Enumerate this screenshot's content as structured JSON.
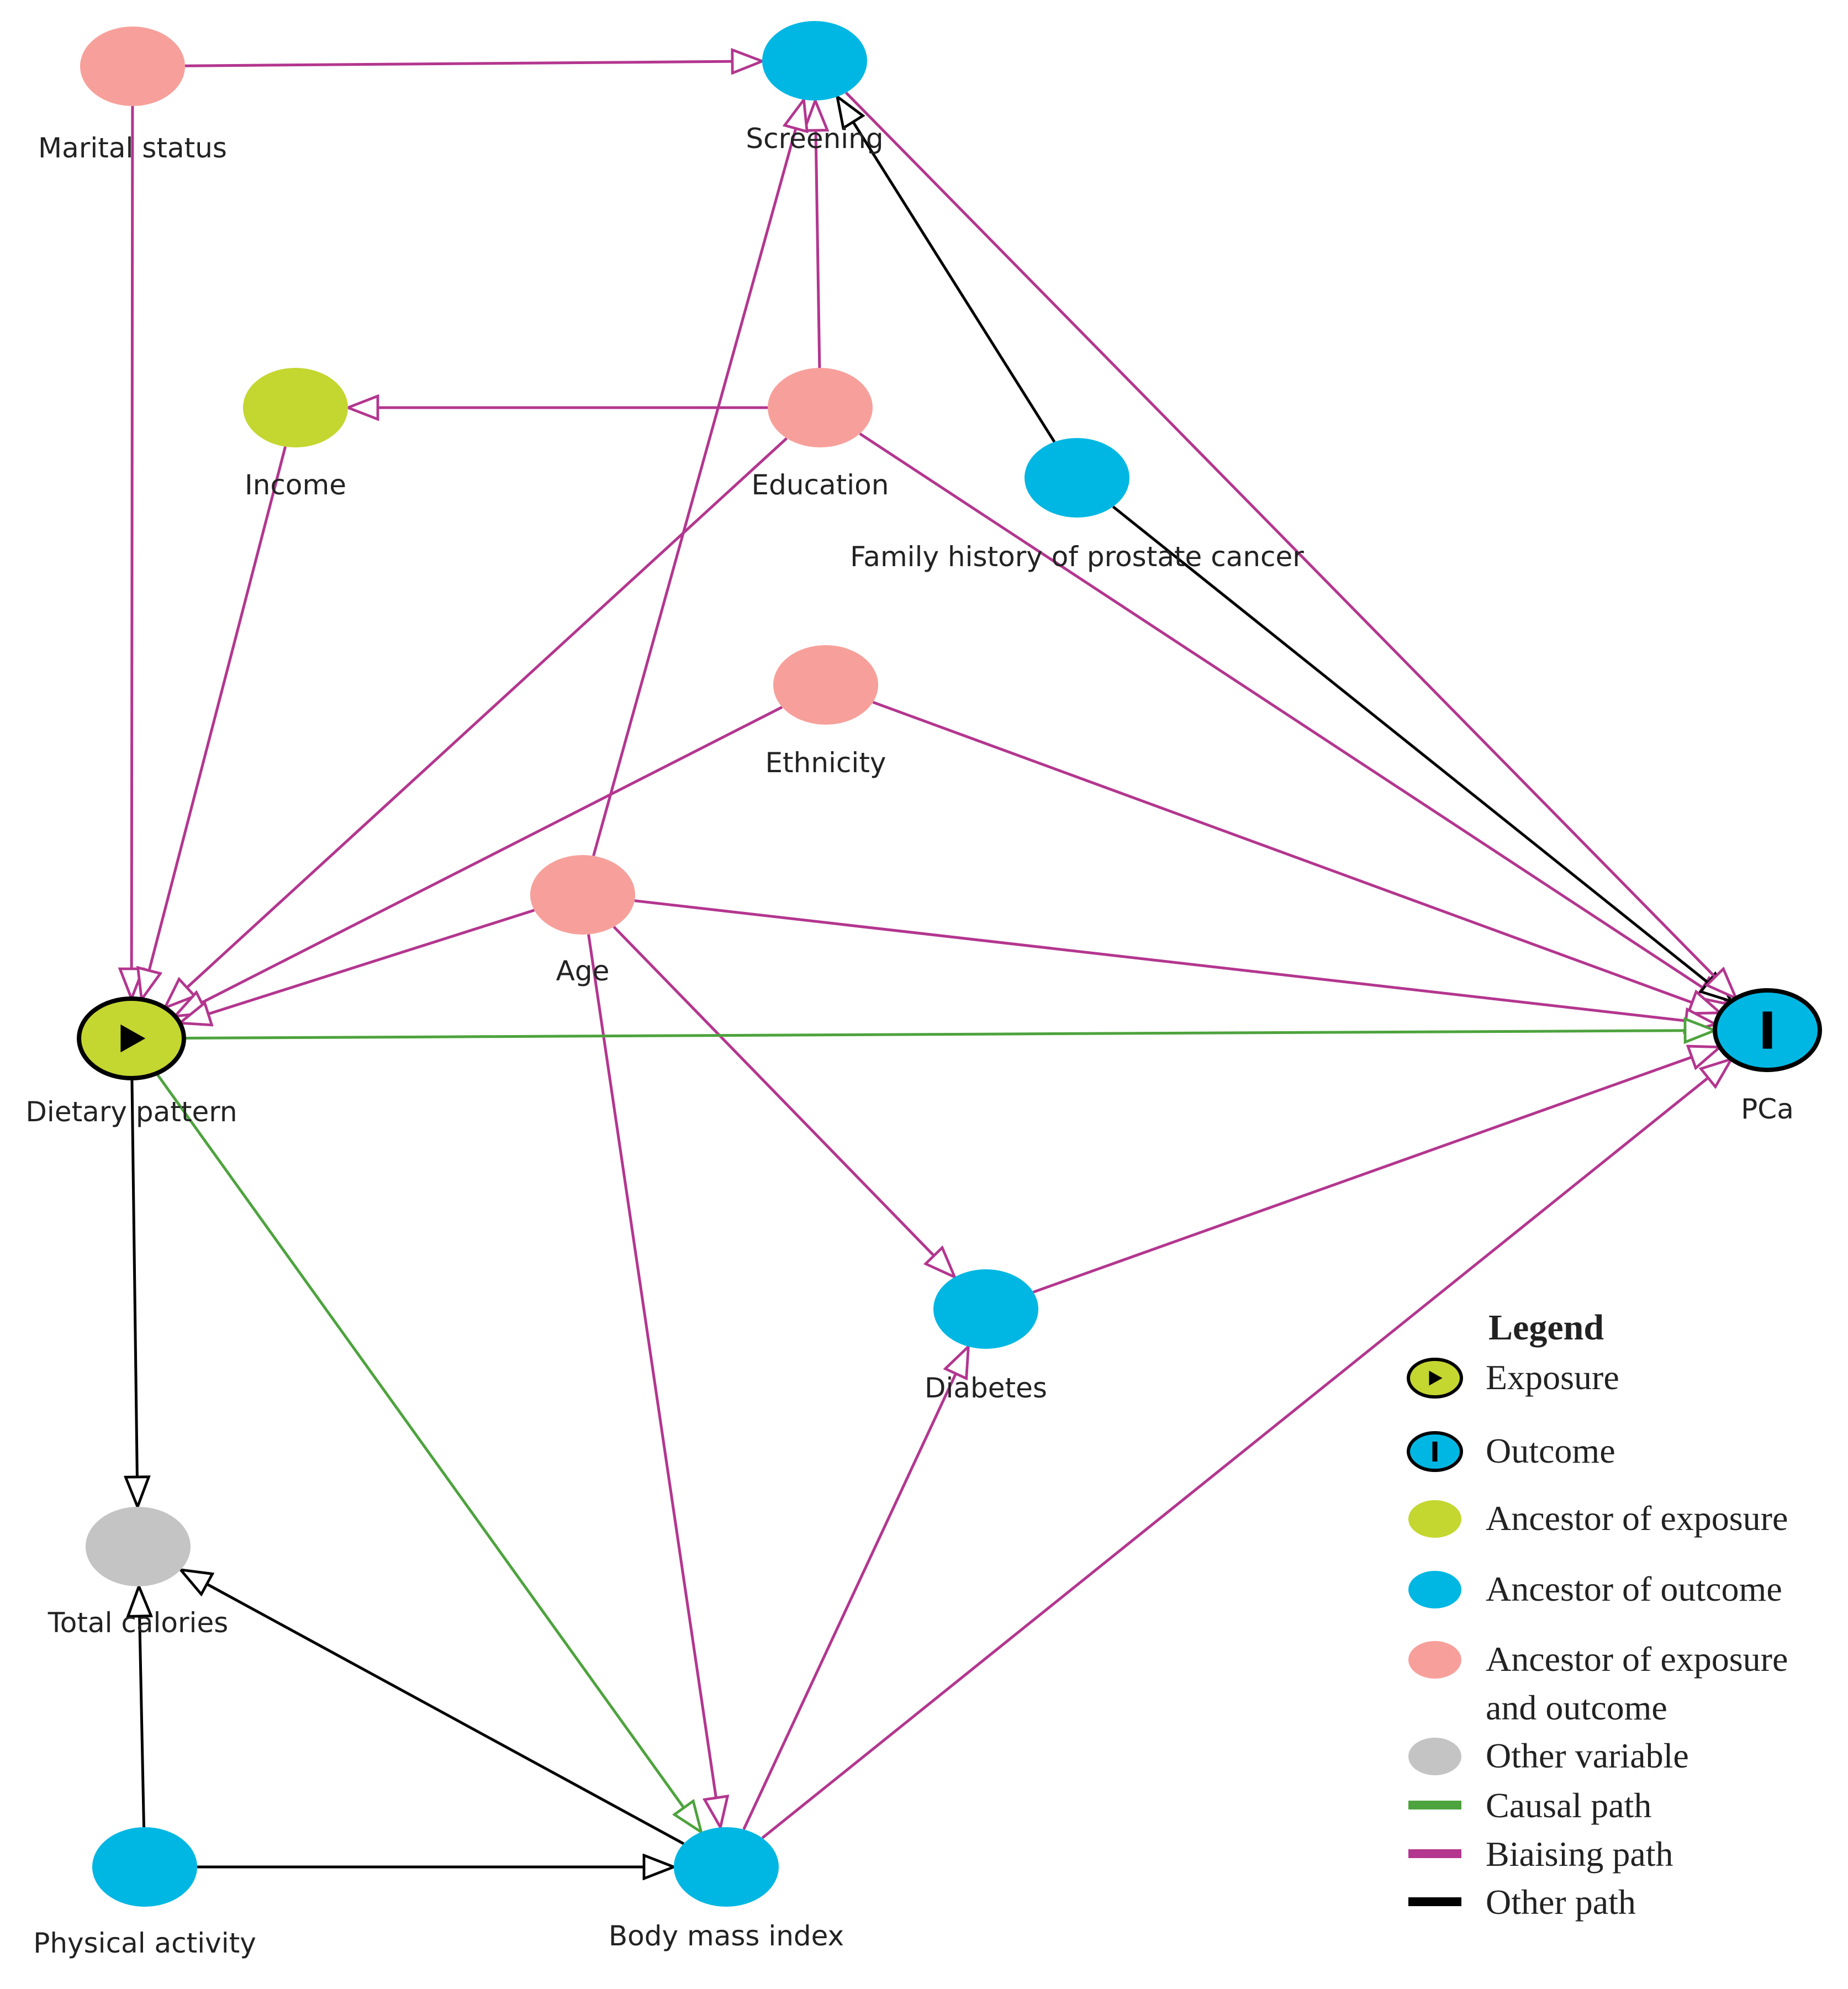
{
  "colors": {
    "exposure": "#c4d630",
    "ancestor_exposure": "#c4d630",
    "outcome": "#00b7e3",
    "ancestor_outcome": "#00b7e3",
    "ancestor_both": "#f7a09b",
    "other_variable": "#c4c4c4",
    "causal_path": "#4da33d",
    "biasing_path": "#b3368f",
    "other_path": "#000000"
  },
  "nodes": {
    "marital_status": {
      "label": "Marital status",
      "role": "ancestor_both"
    },
    "screening": {
      "label": "Screening",
      "role": "ancestor_outcome"
    },
    "income": {
      "label": "Income",
      "role": "ancestor_exposure"
    },
    "education": {
      "label": "Education",
      "role": "ancestor_both"
    },
    "family_history": {
      "label": "Family history of prostate cancer",
      "role": "ancestor_outcome"
    },
    "ethnicity": {
      "label": "Ethnicity",
      "role": "ancestor_both"
    },
    "age": {
      "label": "Age",
      "role": "ancestor_both"
    },
    "dietary_pattern": {
      "label": "Dietary pattern",
      "role": "exposure",
      "icon": "play-icon"
    },
    "pca": {
      "label": "PCa",
      "role": "outcome",
      "icon": "bar-icon"
    },
    "diabetes": {
      "label": "Diabetes",
      "role": "ancestor_outcome"
    },
    "total_calories": {
      "label": "Total calories",
      "role": "other_variable"
    },
    "physical_activity": {
      "label": "Physical activity",
      "role": "ancestor_outcome"
    },
    "body_mass_index": {
      "label": "Body mass index",
      "role": "ancestor_outcome"
    }
  },
  "edges": [
    {
      "from": "marital_status",
      "to": "screening",
      "type": "biasing_path"
    },
    {
      "from": "marital_status",
      "to": "dietary_pattern",
      "type": "biasing_path"
    },
    {
      "from": "education",
      "to": "income",
      "type": "biasing_path"
    },
    {
      "from": "education",
      "to": "screening",
      "type": "biasing_path"
    },
    {
      "from": "education",
      "to": "dietary_pattern",
      "type": "biasing_path"
    },
    {
      "from": "education",
      "to": "pca",
      "type": "biasing_path"
    },
    {
      "from": "income",
      "to": "dietary_pattern",
      "type": "biasing_path"
    },
    {
      "from": "family_history",
      "to": "screening",
      "type": "other_path"
    },
    {
      "from": "family_history",
      "to": "pca",
      "type": "other_path"
    },
    {
      "from": "screening",
      "to": "pca",
      "type": "biasing_path"
    },
    {
      "from": "ethnicity",
      "to": "dietary_pattern",
      "type": "biasing_path"
    },
    {
      "from": "ethnicity",
      "to": "pca",
      "type": "biasing_path"
    },
    {
      "from": "age",
      "to": "screening",
      "type": "biasing_path"
    },
    {
      "from": "age",
      "to": "dietary_pattern",
      "type": "biasing_path"
    },
    {
      "from": "age",
      "to": "pca",
      "type": "biasing_path"
    },
    {
      "from": "age",
      "to": "diabetes",
      "type": "biasing_path"
    },
    {
      "from": "age",
      "to": "body_mass_index",
      "type": "biasing_path"
    },
    {
      "from": "dietary_pattern",
      "to": "pca",
      "type": "causal_path"
    },
    {
      "from": "dietary_pattern",
      "to": "body_mass_index",
      "type": "causal_path"
    },
    {
      "from": "dietary_pattern",
      "to": "total_calories",
      "type": "other_path"
    },
    {
      "from": "diabetes",
      "to": "pca",
      "type": "biasing_path"
    },
    {
      "from": "body_mass_index",
      "to": "diabetes",
      "type": "biasing_path"
    },
    {
      "from": "body_mass_index",
      "to": "pca",
      "type": "biasing_path"
    },
    {
      "from": "physical_activity",
      "to": "body_mass_index",
      "type": "other_path"
    },
    {
      "from": "physical_activity",
      "to": "total_calories",
      "type": "other_path"
    },
    {
      "from": "body_mass_index",
      "to": "total_calories",
      "type": "other_path"
    }
  ],
  "legend": {
    "title": "Legend",
    "items": [
      {
        "label": "Exposure",
        "kind": "node",
        "color_key": "exposure",
        "icon": "play-icon"
      },
      {
        "label": "Outcome",
        "kind": "node",
        "color_key": "outcome",
        "icon": "bar-icon"
      },
      {
        "label": "Ancestor of exposure",
        "kind": "node",
        "color_key": "ancestor_exposure"
      },
      {
        "label": "Ancestor of outcome",
        "kind": "node",
        "color_key": "ancestor_outcome"
      },
      {
        "label": "Ancestor of exposure",
        "label_line2": "and outcome",
        "kind": "node",
        "color_key": "ancestor_both"
      },
      {
        "label": "Other variable",
        "kind": "node",
        "color_key": "other_variable"
      },
      {
        "label": "Causal path",
        "kind": "line",
        "color_key": "causal_path"
      },
      {
        "label": "Biaising path",
        "kind": "line",
        "color_key": "biasing_path"
      },
      {
        "label": "Other path",
        "kind": "line",
        "color_key": "other_path"
      }
    ]
  }
}
